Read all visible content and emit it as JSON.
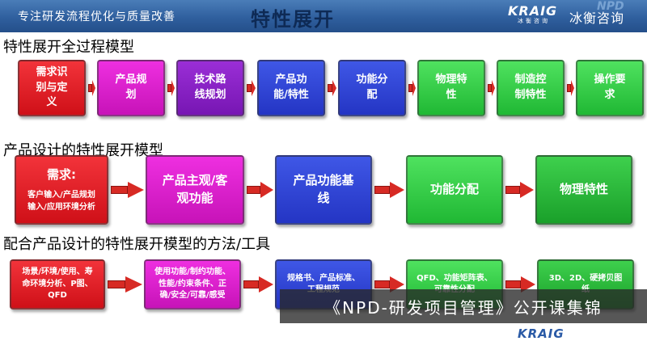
{
  "header": {
    "tagline": "专注研发流程优化与质量改善",
    "title": "特性展开",
    "logo_word": "KRAIG",
    "logo_sub": "冰衡咨询",
    "company": "冰衡咨询",
    "corner_mark": "NPD"
  },
  "sections": [
    {
      "title": "特性展开全过程模型",
      "boxes": [
        {
          "lines": [
            "需求识",
            "别与定",
            "义"
          ],
          "color": "red"
        },
        {
          "lines": [
            "产品规",
            "划"
          ],
          "color": "magenta"
        },
        {
          "lines": [
            "技术路",
            "线规划"
          ],
          "color": "purple"
        },
        {
          "lines": [
            "产品功",
            "能/特性"
          ],
          "color": "blue"
        },
        {
          "lines": [
            "功能分",
            "配"
          ],
          "color": "blue"
        },
        {
          "lines": [
            "物理特",
            "性"
          ],
          "color": "green"
        },
        {
          "lines": [
            "制造控",
            "制特性"
          ],
          "color": "green"
        },
        {
          "lines": [
            "操作要",
            "求"
          ],
          "color": "green"
        }
      ]
    },
    {
      "title": "产品设计的特性展开模型",
      "boxes": [
        {
          "lines": [
            "需求:",
            "",
            "客户输入/产品规划",
            "输入/应用环境分析"
          ],
          "color": "red"
        },
        {
          "lines": [
            "产品主观/客",
            "观功能"
          ],
          "color": "magenta"
        },
        {
          "lines": [
            "产品功能基",
            "线"
          ],
          "color": "blue"
        },
        {
          "lines": [
            "功能分配"
          ],
          "color": "green"
        },
        {
          "lines": [
            "物理特性"
          ],
          "color": "darkgreen"
        }
      ]
    },
    {
      "title": "配合产品设计的特性展开模型的方法/工具",
      "boxes": [
        {
          "lines": [
            "场景/环境/使用、寿",
            "命环境分析、P图、",
            "QFD"
          ],
          "color": "red"
        },
        {
          "lines": [
            "使用功能/制约功能、",
            "性能/约束条件、正",
            "确/安全/可靠/感受"
          ],
          "color": "magenta"
        },
        {
          "lines": [
            "规格书、产品标准、",
            "工程规范"
          ],
          "color": "blue"
        },
        {
          "lines": [
            "QFD、功能矩阵表、",
            "可靠性分配"
          ],
          "color": "green"
        },
        {
          "lines": [
            "3D、2D、硬拷贝图",
            "纸"
          ],
          "color": "darkgreen"
        }
      ]
    }
  ],
  "banner": "《NPD-研发项目管理》公开课集锦",
  "bottom_logo": "KRAIG"
}
